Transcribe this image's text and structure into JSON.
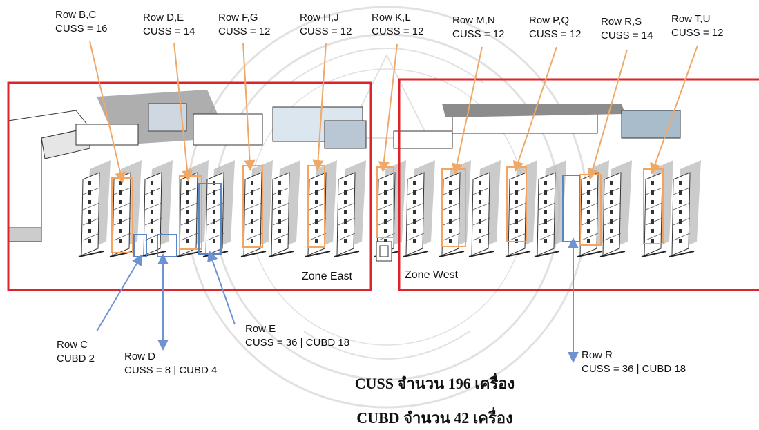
{
  "top_labels": [
    {
      "row": "Row B,C",
      "cuss": "CUSS = 16"
    },
    {
      "row": "Row D,E",
      "cuss": "CUSS = 14"
    },
    {
      "row": "Row F,G",
      "cuss": "CUSS = 12"
    },
    {
      "row": "Row H,J",
      "cuss": "CUSS = 12"
    },
    {
      "row": "Row K,L",
      "cuss": "CUSS = 12"
    },
    {
      "row": "Row M,N",
      "cuss": "CUSS = 12"
    },
    {
      "row": "Row P,Q",
      "cuss": "CUSS = 12"
    },
    {
      "row": "Row R,S",
      "cuss": "CUSS = 14"
    },
    {
      "row": "Row T,U",
      "cuss": "CUSS = 12"
    }
  ],
  "bottom_labels": [
    {
      "row": "Row C",
      "detail": "CUBD 2"
    },
    {
      "row": "Row D",
      "detail": "CUSS = 8  |  CUBD 4"
    },
    {
      "row": "Row E",
      "detail": "CUSS = 36  |  CUBD 18"
    },
    {
      "row": "Row R",
      "detail": "CUSS  = 36  |  CUBD 18"
    }
  ],
  "zones": {
    "east": "Zone East",
    "west": "Zone West"
  },
  "totals": {
    "cuss": "CUSS จำนวน 196 เครื่อง",
    "cubd": "CUBD จำนวน 42 เครื่อง"
  },
  "colors": {
    "zone_border": "#e0232b",
    "cuss_box": "#f4a460",
    "cubd_box": "#5b86c5",
    "cuss_arrow": "#f0a868",
    "cubd_arrow": "#6f93d2",
    "watermark": "#d8d8d8"
  }
}
